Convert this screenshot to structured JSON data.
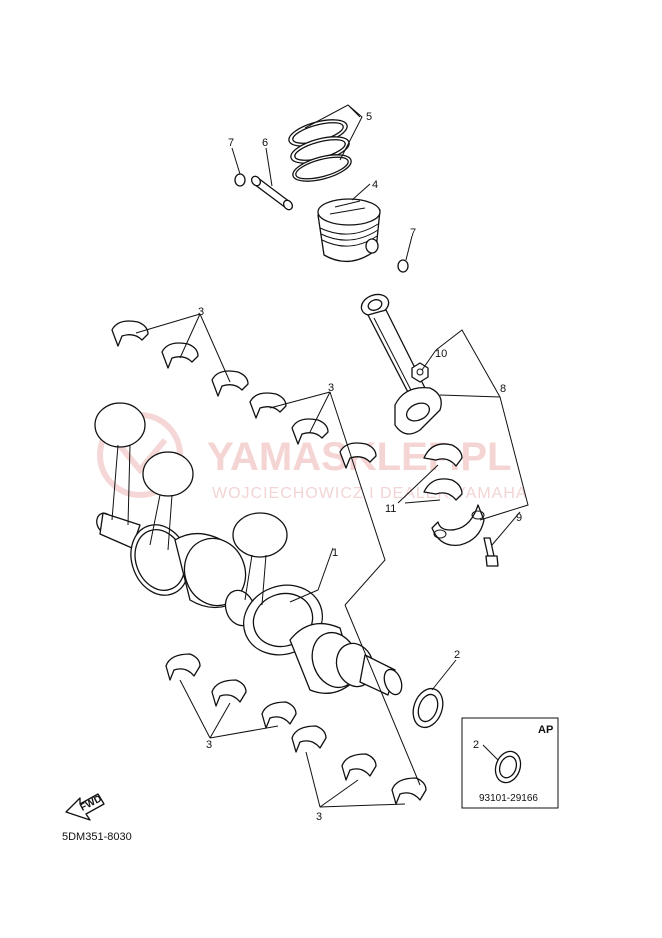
{
  "watermark": {
    "brand": "YAMASKLEP.PL",
    "tagline": "WOJCIECHOWICZ I DEALER YAMAHA"
  },
  "callouts": {
    "c1": "1",
    "c2": "2",
    "c3a": "3",
    "c3b": "3",
    "c3c": "3",
    "c3d": "3",
    "c4": "4",
    "c5": "5",
    "c6": "6",
    "c7a": "7",
    "c7b": "7",
    "c8": "8",
    "c9": "9",
    "c10": "10",
    "c11": "11"
  },
  "inset": {
    "tag": "AP",
    "callout": "2",
    "part_number": "93101-29166"
  },
  "fwd_label": "FWD",
  "diagram_code": "5DM351-8030"
}
